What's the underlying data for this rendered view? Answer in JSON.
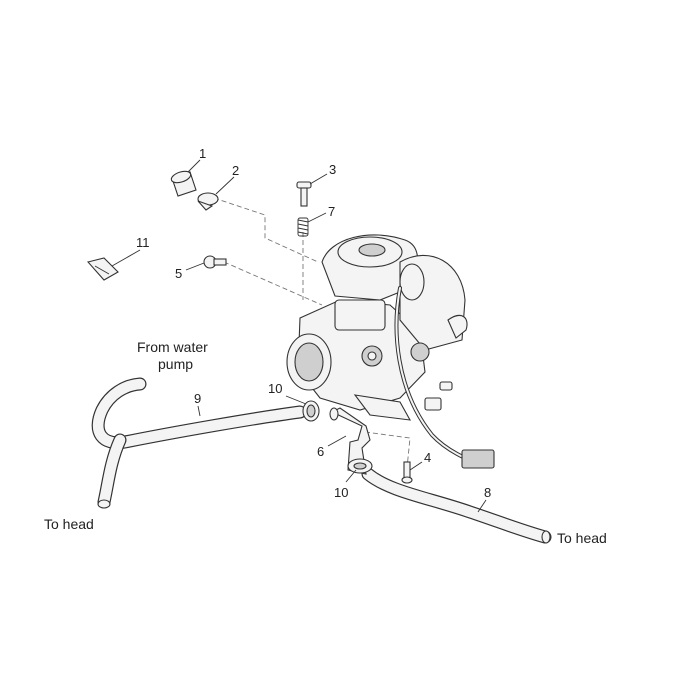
{
  "callouts": [
    "1",
    "2",
    "3",
    "4",
    "5",
    "6",
    "7",
    "8",
    "9",
    "10",
    "10",
    "11"
  ],
  "captions": {
    "from_water_pump_line1": "From water",
    "from_water_pump_line2": "pump",
    "to_head_left": "To head",
    "to_head_right": "To head"
  },
  "colors": {
    "line": "#333333",
    "fill": "#f4f4f4",
    "shade": "#cfcfcf",
    "background": "#ffffff"
  }
}
